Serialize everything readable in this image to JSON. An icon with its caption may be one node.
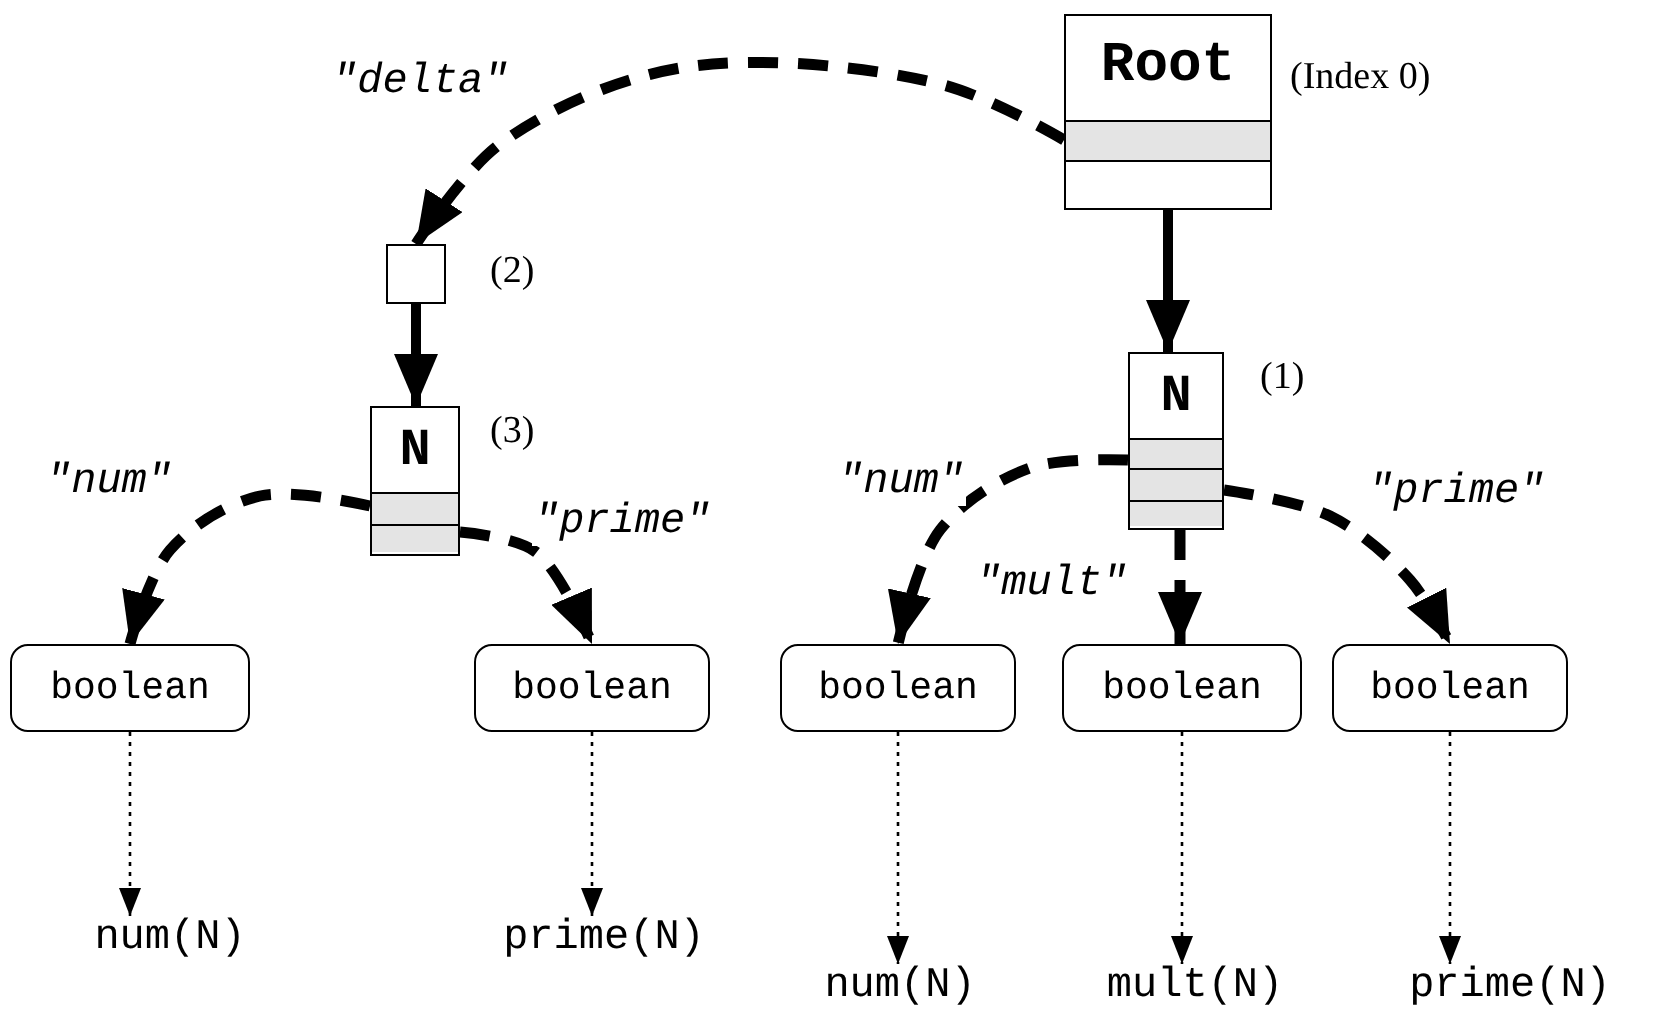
{
  "diagram": {
    "nodes": [
      {
        "text": [
          "Root"
        ],
        "beside": [
          "(Index 0)"
        ]
      },
      {
        "text": [
          "N"
        ],
        "beside": [
          "(1)"
        ]
      },
      {
        "text": [],
        "shape": "box",
        "beside": [
          "(2)"
        ]
      },
      {
        "text": [
          "N"
        ],
        "beside": [
          "(3)"
        ]
      },
      {
        "text": [
          "boolean"
        ]
      },
      {
        "text": [
          "boolean"
        ]
      },
      {
        "text": [
          "boolean"
        ]
      },
      {
        "text": [
          "boolean"
        ]
      },
      {
        "text": [
          "boolean"
        ]
      },
      {
        "text": [
          "num(N)"
        ]
      },
      {
        "text": [
          "prime(N)"
        ]
      },
      {
        "text": [
          "num(N)"
        ]
      },
      {
        "text": [
          "mult(N)"
        ]
      },
      {
        "text": [
          "prime(N)"
        ]
      }
    ],
    "edges": [
      {
        "from": 0,
        "to": 2,
        "arrow": "to",
        "label": "\"delta\"",
        "style": "dashed"
      },
      {
        "from": 2,
        "to": 3,
        "arrow": "to"
      },
      {
        "from": 0,
        "to": 1,
        "arrow": "to"
      },
      {
        "from": 3,
        "to": 4,
        "arrow": "to",
        "label": "\"num\"",
        "style": "dashed"
      },
      {
        "from": 3,
        "to": 5,
        "arrow": "to",
        "label": "\"prime\"",
        "style": "dashed"
      },
      {
        "from": 1,
        "to": 6,
        "arrow": "to",
        "label": "\"num\"",
        "style": "dashed"
      },
      {
        "from": 1,
        "to": 7,
        "arrow": "to",
        "label": "\"mult\"",
        "style": "dashed"
      },
      {
        "from": 1,
        "to": 8,
        "arrow": "to",
        "label": "\"prime\"",
        "style": "dashed"
      },
      {
        "from": 4,
        "to": 9,
        "arrow": "to",
        "style": "dashed"
      },
      {
        "from": 5,
        "to": 10,
        "arrow": "to",
        "style": "dashed"
      },
      {
        "from": 6,
        "to": 11,
        "arrow": "to",
        "style": "dashed"
      },
      {
        "from": 7,
        "to": 12,
        "arrow": "to",
        "style": "dashed"
      },
      {
        "from": 8,
        "to": 13,
        "arrow": "to",
        "style": "dashed"
      }
    ]
  }
}
